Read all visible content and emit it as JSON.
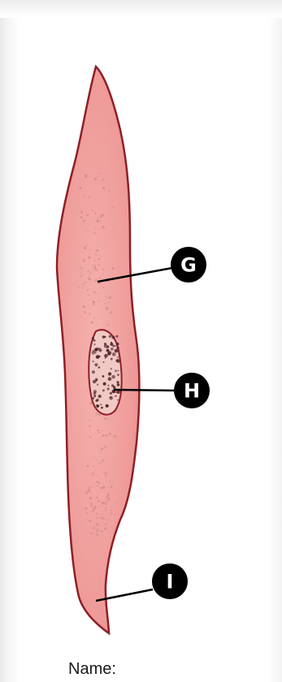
{
  "diagram": {
    "labels": [
      {
        "letter": "G"
      },
      {
        "letter": "H"
      },
      {
        "letter": "I"
      }
    ],
    "caption": "Name:",
    "colors": {
      "cell_fill": "#ef9b9b",
      "cell_outline": "#8e1f27",
      "nucleus_fill": "#f1c9c4",
      "chromatin": "#4a1f24",
      "marker": "#000000"
    }
  }
}
